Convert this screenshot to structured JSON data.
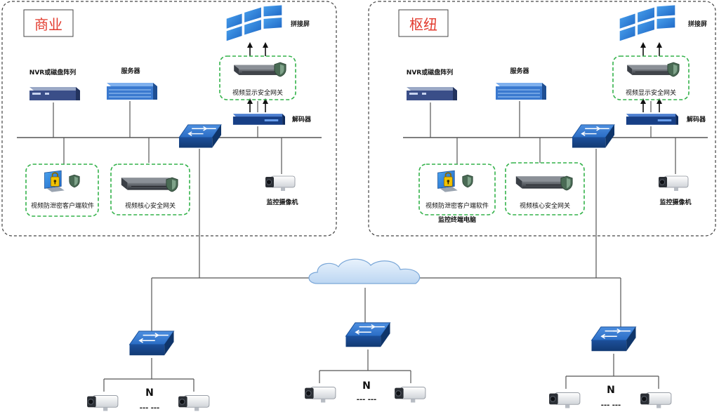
{
  "zones": [
    {
      "title": "商业",
      "nvr": "NVR或磁盘阵列",
      "server": "服务器",
      "video_wall": "拼接屏",
      "display_gateway": "视频显示安全网关",
      "decoder": "解码器",
      "client": "视频防泄密客户端软件",
      "core_gateway": "视频核心安全网关",
      "camera": "监控摄像机",
      "terminal": ""
    },
    {
      "title": "枢纽",
      "nvr": "NVR或磁盘阵列",
      "server": "服务器",
      "video_wall": "拼接屏",
      "display_gateway": "视频显示安全网关",
      "decoder": "解码器",
      "client": "视频防泄密客户端软件",
      "core_gateway": "视频核心安全网关",
      "camera": "监控摄像机",
      "terminal": "监控终端电脑"
    }
  ],
  "branches": [
    {
      "count": "N",
      "dots": "--- ---"
    },
    {
      "count": "N",
      "dots": "--- ---"
    },
    {
      "count": "N",
      "dots": "--- ---"
    }
  ],
  "colors": {
    "zone_border": "#444444",
    "security_border": "#33b24a",
    "zone_title": "#e23b2e",
    "switch": "#1f5fb4",
    "cloud": "#cfe3f7"
  },
  "icons": [
    "video-wall-icon",
    "display-gateway-icon",
    "decoder-icon",
    "nvr-icon",
    "server-icon",
    "switch-icon",
    "client-icon",
    "core-gateway-icon",
    "camera-icon",
    "cloud-icon"
  ]
}
